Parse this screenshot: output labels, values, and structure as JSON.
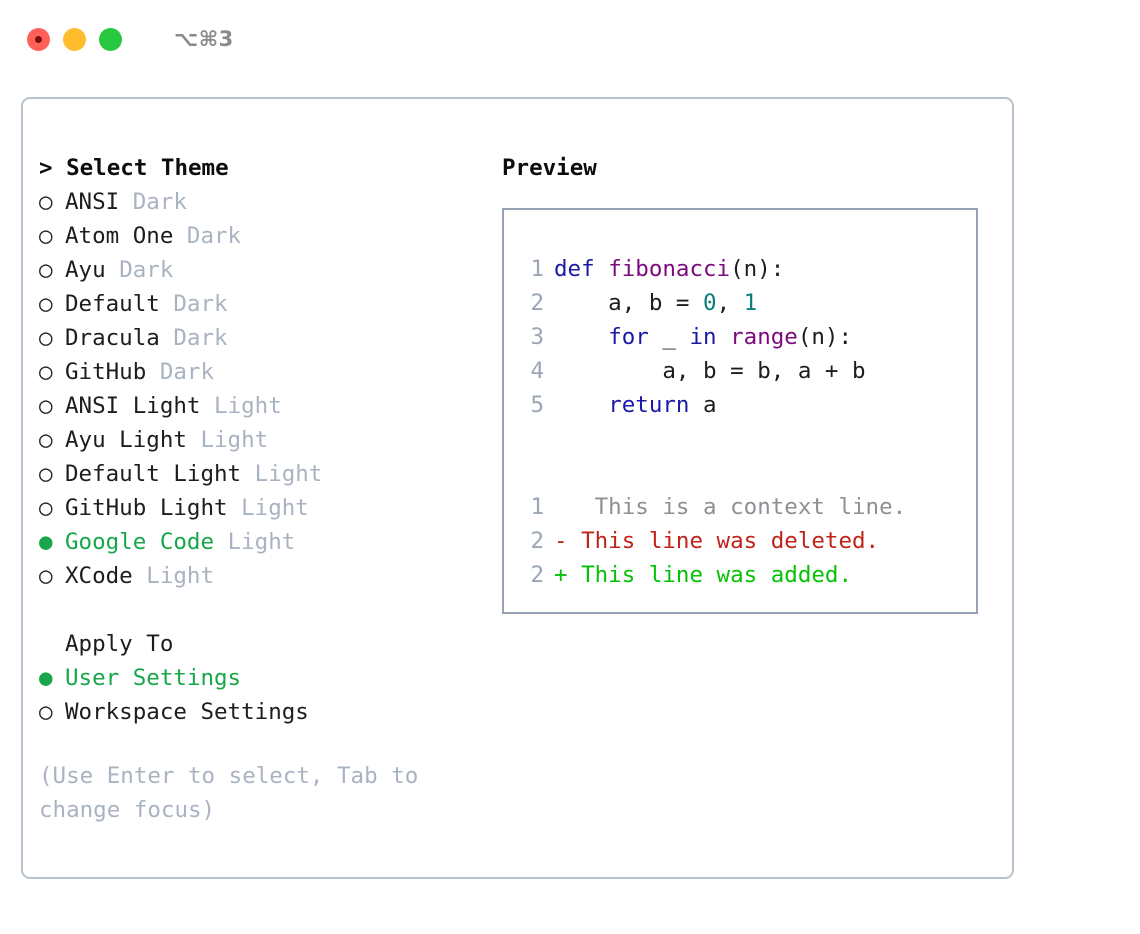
{
  "titlebar": {
    "shortcut": "⌥⌘3",
    "lights": [
      {
        "name": "close",
        "color": "#ff6159"
      },
      {
        "name": "minimize",
        "color": "#ffbd2e"
      },
      {
        "name": "maximize",
        "color": "#28c840"
      }
    ]
  },
  "theme_list": {
    "header": "> Select Theme",
    "marker_unselected": "○",
    "marker_selected": "●",
    "items": [
      {
        "name": "ANSI",
        "kind": "Dark",
        "selected": false
      },
      {
        "name": "Atom One",
        "kind": "Dark",
        "selected": false
      },
      {
        "name": "Ayu",
        "kind": "Dark",
        "selected": false
      },
      {
        "name": "Default",
        "kind": "Dark",
        "selected": false
      },
      {
        "name": "Dracula",
        "kind": "Dark",
        "selected": false
      },
      {
        "name": "GitHub",
        "kind": "Dark",
        "selected": false
      },
      {
        "name": "ANSI Light",
        "kind": "Light",
        "selected": false
      },
      {
        "name": "Ayu Light",
        "kind": "Light",
        "selected": false
      },
      {
        "name": "Default Light",
        "kind": "Light",
        "selected": false
      },
      {
        "name": "GitHub Light",
        "kind": "Light",
        "selected": false
      },
      {
        "name": "Google Code",
        "kind": "Light",
        "selected": true
      },
      {
        "name": "XCode",
        "kind": "Light",
        "selected": false
      }
    ]
  },
  "apply_to": {
    "header": "Apply To",
    "options": [
      {
        "name": "User Settings",
        "selected": true
      },
      {
        "name": "Workspace Settings",
        "selected": false
      }
    ]
  },
  "hint": "(Use Enter to select, Tab to change focus)",
  "preview": {
    "title": "Preview",
    "code_lines": [
      {
        "number": "1",
        "tokens": [
          {
            "text": "def ",
            "type": "keyword"
          },
          {
            "text": "fibonacci",
            "type": "function"
          },
          {
            "text": "(n):",
            "type": "plain"
          }
        ]
      },
      {
        "number": "2",
        "tokens": [
          {
            "text": "    a, b = ",
            "type": "plain"
          },
          {
            "text": "0",
            "type": "number"
          },
          {
            "text": ", ",
            "type": "plain"
          },
          {
            "text": "1",
            "type": "number"
          }
        ]
      },
      {
        "number": "3",
        "tokens": [
          {
            "text": "    ",
            "type": "plain"
          },
          {
            "text": "for",
            "type": "keyword"
          },
          {
            "text": " _ ",
            "type": "plain"
          },
          {
            "text": "in",
            "type": "keyword"
          },
          {
            "text": " ",
            "type": "plain"
          },
          {
            "text": "range",
            "type": "function"
          },
          {
            "text": "(n):",
            "type": "plain"
          }
        ]
      },
      {
        "number": "4",
        "tokens": [
          {
            "text": "        a, b = b, a + b",
            "type": "plain"
          }
        ]
      },
      {
        "number": "5",
        "tokens": [
          {
            "text": "    ",
            "type": "plain"
          },
          {
            "text": "return",
            "type": "keyword"
          },
          {
            "text": " a",
            "type": "plain"
          }
        ]
      }
    ],
    "diff_lines": [
      {
        "number": "1",
        "sign": " ",
        "text": "  This is a context line.",
        "type": "context"
      },
      {
        "number": "2",
        "sign": "-",
        "text": " This line was deleted.",
        "type": "deleted"
      },
      {
        "number": "2",
        "sign": "+",
        "text": " This line was added.",
        "type": "added"
      }
    ]
  },
  "colors": {
    "selected_green": "#17a74a",
    "muted_gray": "#a9b3c1",
    "keyword_blue": "#1a1aa6",
    "function_purple": "#7d0a7d",
    "number_teal": "#0b7c7c",
    "diff_deleted_red": "#c0231a",
    "diff_added_green": "#06c206",
    "line_number_gray": "#9aa5b5",
    "panel_border": "#b9c2ce",
    "code_border": "#97a3b4"
  }
}
